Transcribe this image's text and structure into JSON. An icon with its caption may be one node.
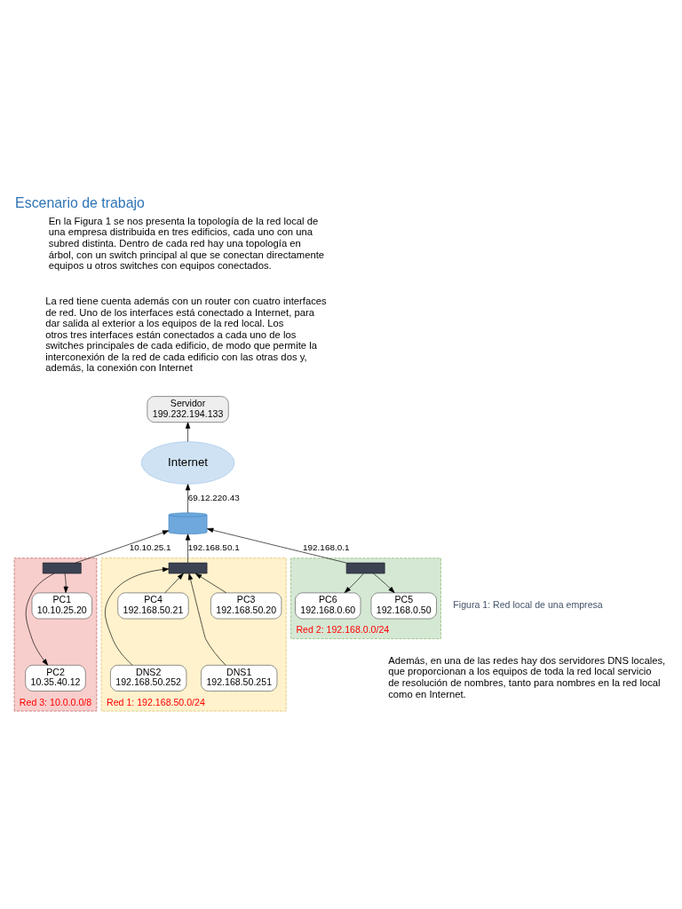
{
  "diagram": {
    "title": "Escenario de trabajo",
    "caption": "Figura 1: Red local de una empresa",
    "nodes": [
      {
        "text": [
          "Servidor",
          "199.232.194.133"
        ]
      },
      {
        "text": [
          "Internet"
        ]
      },
      {
        "text": [
          "Red 3: 10.0.0.0/8"
        ]
      },
      {
        "text": [
          "PC1",
          "10.10.25.20"
        ],
        "in": 2
      },
      {
        "text": [],
        "shape": "box",
        "in": 2
      },
      {
        "text": [
          "PC2",
          "10.35.40.12"
        ],
        "in": 2
      },
      {
        "text": [],
        "shape": "cylinder"
      },
      {
        "text": [
          "Red 1: 192.168.50.0/24"
        ]
      },
      {
        "text": [],
        "shape": "box",
        "in": 7
      },
      {
        "text": [
          "PC3",
          "192.168.50.20"
        ],
        "in": 7
      },
      {
        "text": [
          "PC4",
          "192.168.50.21"
        ],
        "in": 7
      },
      {
        "text": [
          "DNS1",
          "192.168.50.251"
        ],
        "in": 7
      },
      {
        "text": [
          "DNS2",
          "192.168.50.252"
        ],
        "in": 7
      },
      {
        "text": [
          "Red 2: 192.168.0.0/24"
        ]
      },
      {
        "text": [],
        "shape": "box",
        "in": 13
      },
      {
        "text": [
          "PC5",
          "192.168.0.50"
        ],
        "in": 13
      },
      {
        "text": [
          "PC6",
          "192.168.0.60"
        ],
        "in": 13
      }
    ],
    "edges": [
      {
        "from": 1,
        "to": 0,
        "arrow": "to"
      },
      {
        "from": 6,
        "to": 1,
        "arrow": "to",
        "label": "69.12.220.43"
      },
      {
        "from": 4,
        "to": 6,
        "arrow": "to",
        "label": "10.10.25.1"
      },
      {
        "from": 4,
        "to": 3,
        "arrow": "to"
      },
      {
        "from": 4,
        "to": 5,
        "arrow": "to"
      },
      {
        "from": 8,
        "to": 6,
        "arrow": "to",
        "label": "192.168.50.1"
      },
      {
        "from": 9,
        "to": 8,
        "arrow": "to"
      },
      {
        "from": 10,
        "to": 8,
        "arrow": "to"
      },
      {
        "from": 11,
        "to": 8,
        "arrow": "to"
      },
      {
        "from": 12,
        "to": 8,
        "arrow": "to"
      },
      {
        "from": 14,
        "to": 6,
        "arrow": "to",
        "label": "192.168.0.1"
      },
      {
        "from": 14,
        "to": 15,
        "arrow": "to"
      },
      {
        "from": 14,
        "to": 16,
        "arrow": "to"
      }
    ],
    "labels": [
      "En la Figura 1 se nos presenta la topología de la red local de una empresa distribuida en tres edificios, cada uno con una subred distinta. Dentro de cada red hay una topología en árbol, con un switch principal al que se conectan directamente equipos u otros switches con equipos conectados.",
      "La red tiene cuenta además con un router con cuatro interfaces de red. Uno de los interfaces está conectado a Internet, para dar salida al exterior a los equipos de la red local. Los otros tres interfaces están conectados a cada uno de los switches principales de cada edificio, de modo que permite la interconexión de la red de cada edificio con las otras dos y, además, la conexión con Internet",
      "Además, en una de las redes hay dos servidores DNS locales, que proporcionan a los equipos de toda la red local servicio de resolución de nombres, tanto para nombres en la red local como en Internet."
    ]
  }
}
